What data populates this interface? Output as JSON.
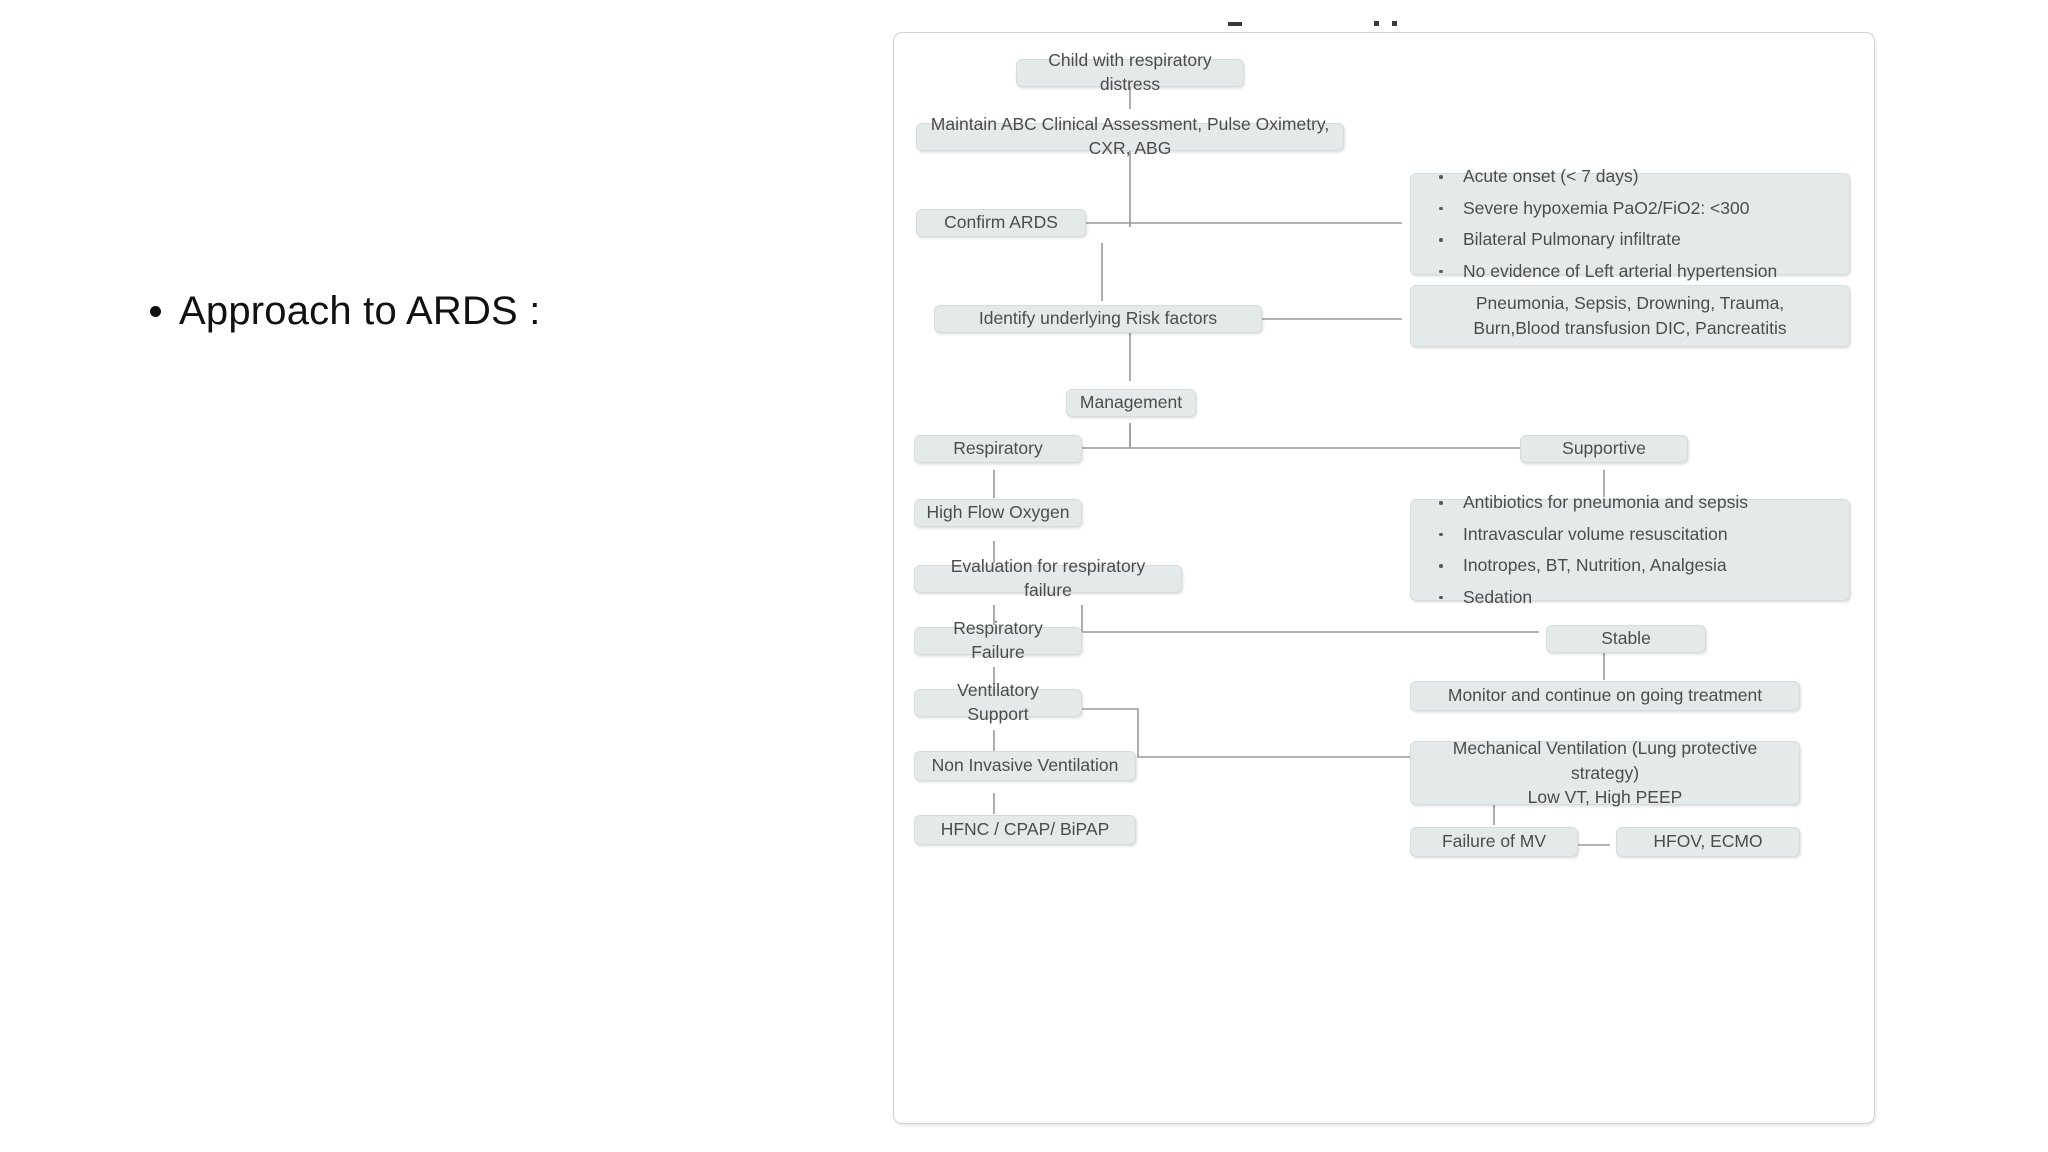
{
  "slide": {
    "bullet_text": "Approach to ARDS :",
    "bullet_marker": "bullet-dot"
  },
  "colors": {
    "node_fill": "#e4eaea",
    "node_border": "#d6dcdc",
    "node_text": "#4c4c4c",
    "connector": "#9a9a9a",
    "frame_border": "#d2d2d2",
    "page_background": "#ffffff",
    "slide_text": "#111111"
  },
  "flowchart": {
    "title": "Approach to ARDS",
    "nodes": {
      "child_distress": "Child with respiratory distress",
      "maintain_abc": "Maintain ABC Clinical Assessment, Pulse Oximetry, CXR, ABG",
      "confirm_ards": "Confirm ARDS",
      "ards_criteria": [
        "Acute onset (< 7 days)",
        "Severe hypoxemia PaO2/FiO2: <300",
        "Bilateral Pulmonary infiltrate",
        "No evidence of Left arterial hypertension"
      ],
      "identify_risk": "Identify underlying Risk factors",
      "risk_factors_line1": "Pneumonia, Sepsis, Drowning, Trauma,",
      "risk_factors_line2": "Burn,Blood transfusion DIC, Pancreatitis",
      "management": "Management",
      "respiratory": "Respiratory",
      "supportive": "Supportive",
      "supportive_list": [
        "Antibiotics for pneumonia and sepsis",
        "Intravascular volume resuscitation",
        "Inotropes, BT, Nutrition, Analgesia",
        "Sedation"
      ],
      "high_flow_oxygen": "High Flow Oxygen",
      "evaluation_failure": "Evaluation for respiratory failure",
      "respiratory_failure": "Respiratory Failure",
      "stable": "Stable",
      "ventilatory_support": "Ventilatory Support",
      "monitor_continue": "Monitor and continue on going treatment",
      "non_invasive_ventilation": "Non Invasive Ventilation",
      "mechanical_ventilation_line1": "Mechanical Ventilation (Lung protective strategy)",
      "mechanical_ventilation_line2": "Low VT, High PEEP",
      "hfnc_cpap_bipap": "HFNC / CPAP/ BiPAP",
      "failure_of_mv": "Failure of MV",
      "hfov_ecmo": "HFOV, ECMO"
    }
  }
}
